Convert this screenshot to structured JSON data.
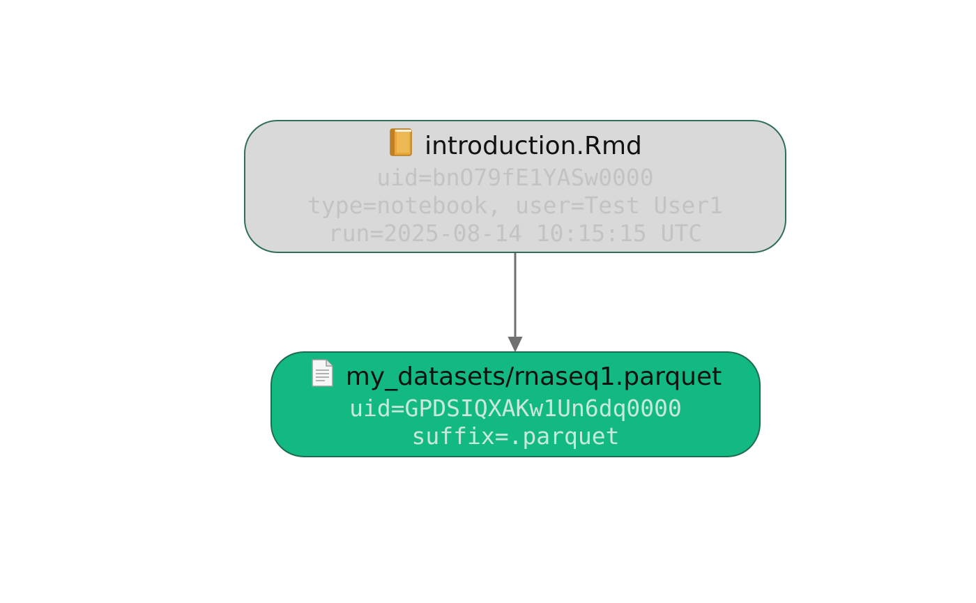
{
  "nodes": {
    "transform": {
      "icon": "notebook-icon",
      "title": "introduction.Rmd",
      "uid": "uid=bnO79fE1YASw0000",
      "info": "type=notebook, user=Test User1",
      "run": "run=2025-08-14 10:15:15 UTC",
      "fill": "#d9d9d9",
      "border": "#2e6e5a"
    },
    "artifact": {
      "icon": "document-icon",
      "title": "my_datasets/rnaseq1.parquet",
      "uid": "uid=GPDSIQXAKw1Un6dq0000",
      "suffix": "suffix=.parquet",
      "fill": "#13b982",
      "border": "#1f6b52"
    }
  },
  "edge": {
    "from": "introduction.Rmd",
    "to": "my_datasets/rnaseq1.parquet",
    "color": "#707070"
  }
}
